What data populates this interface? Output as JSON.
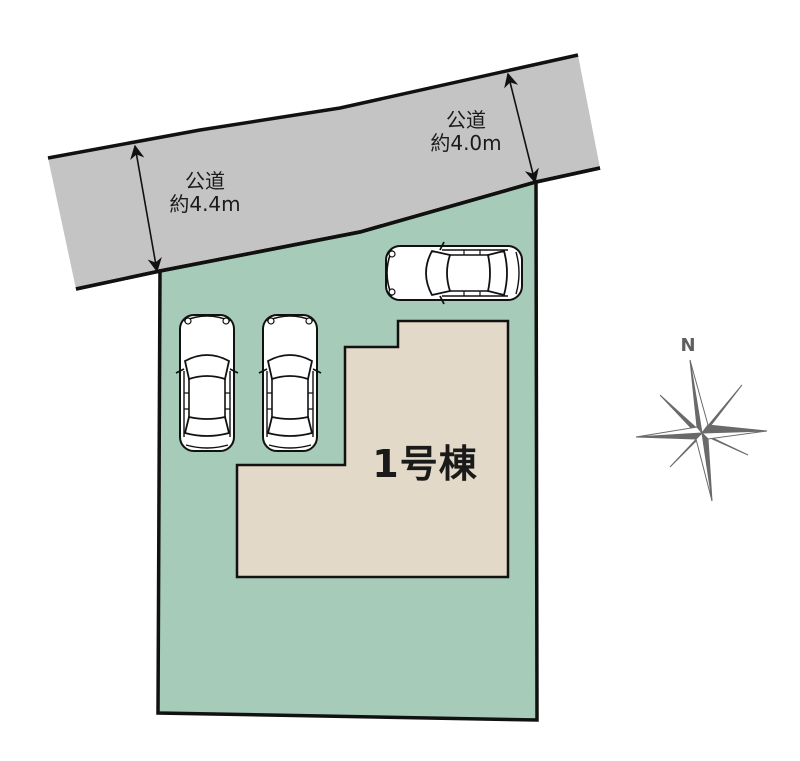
{
  "diagram": {
    "type": "site-plan",
    "colors": {
      "road": "#c4c4c4",
      "lot": "#a6cbb8",
      "building": "#e2d9c8",
      "outline": "#111111",
      "compass": "#6a6a6a",
      "car": "#ffffff"
    },
    "roads": [
      {
        "name": "公道",
        "width_label": "約4.4m"
      },
      {
        "name": "公道",
        "width_label": "約4.0m"
      }
    ],
    "building": {
      "label": "1号棟"
    },
    "parking": {
      "car_count": 3
    },
    "compass": {
      "label": "N",
      "icon": "compass-rose-icon"
    }
  }
}
